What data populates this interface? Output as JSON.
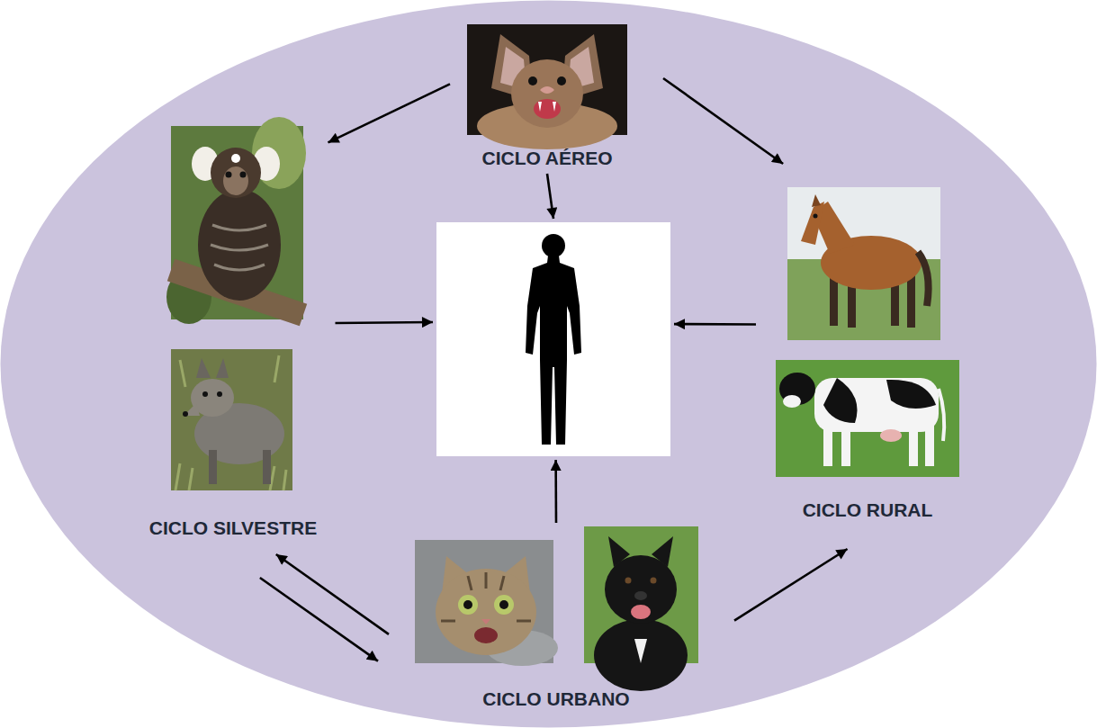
{
  "diagram": {
    "nodes": [
      {
        "text": [
          "CICLO AÉREO"
        ]
      },
      {
        "text": [
          "CICLO SILVESTRE"
        ]
      },
      {
        "text": []
      },
      {
        "text": [
          "CICLO RURAL"
        ]
      },
      {
        "text": [
          "CICLO URBANO"
        ]
      }
    ],
    "edges": [
      {
        "from": 0,
        "to": 1,
        "arrow": "to"
      },
      {
        "from": 0,
        "to": 2,
        "arrow": "to"
      },
      {
        "from": 0,
        "to": 3,
        "arrow": "to"
      },
      {
        "from": 1,
        "to": 2,
        "arrow": "to"
      },
      {
        "from": 3,
        "to": 2,
        "arrow": "to"
      },
      {
        "from": 4,
        "to": 2,
        "arrow": "to"
      },
      {
        "from": 4,
        "to": 1,
        "arrow": "to"
      },
      {
        "from": 1,
        "to": 4,
        "arrow": "to"
      },
      {
        "from": 4,
        "to": 3,
        "arrow": "to"
      }
    ]
  }
}
